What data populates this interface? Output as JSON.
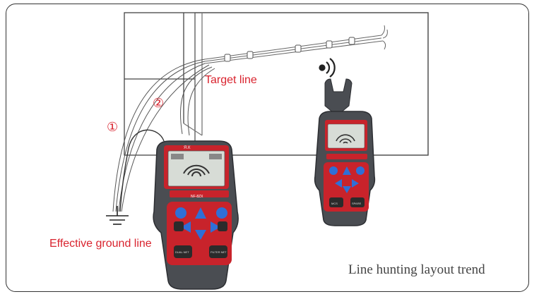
{
  "labels": {
    "target_line": "Target line",
    "ground_line": "Effective ground line",
    "marker_1": "①",
    "marker_2": "②",
    "caption": "Line hunting layout trend"
  },
  "devices": {
    "transmitter": {
      "brand": "Я.К",
      "model": "NF-8ZX",
      "btn_left": "DUAL NET",
      "btn_right": "FILTER NET"
    },
    "receiver": {
      "btn_left": "MCS",
      "btn_right": "SPARE"
    }
  },
  "colors": {
    "accent_red": "#d9232e",
    "device_body": "#4a4d52",
    "device_red": "#c8232b",
    "button_blue": "#2f6fd6",
    "screen": "#d7dcd6"
  }
}
